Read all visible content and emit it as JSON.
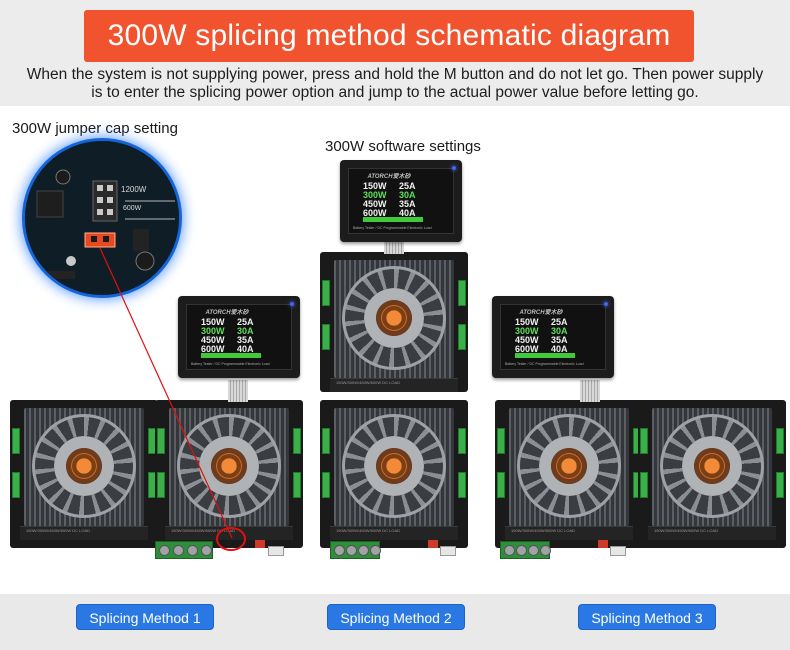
{
  "header": {
    "title": "300W splicing method schematic diagram",
    "subtitle": "When the system is not supplying power, press and hold the M button and do not let go. Then power supply is to enter the splicing power option and jump to the actual power value before letting go."
  },
  "captions": {
    "jumper": "300W jumper cap setting",
    "software": "300W software settings"
  },
  "zoom_board": {
    "label_1200w": "1200W",
    "label_600w": "600W"
  },
  "display": {
    "brand": "ATORCH爱木砂",
    "rows": [
      {
        "watt": "150W",
        "amp": "25A"
      },
      {
        "watt": "300W",
        "amp": "30A"
      },
      {
        "watt": "450W",
        "amp": "35A"
      },
      {
        "watt": "600W",
        "amp": "40A"
      }
    ],
    "selected_row": 1,
    "footer": "Battery Tester / DC Programmable Electronic Load",
    "active_color": "#5fe05a"
  },
  "module_text": "150W/300W/450W/600W  DC LOAD",
  "methods": [
    {
      "label": "Splicing Method 1"
    },
    {
      "label": "Splicing Method 2"
    },
    {
      "label": "Splicing Method 3"
    }
  ],
  "colors": {
    "banner": "#f1532f",
    "button": "#2a78e4",
    "highlight": "#e01010"
  }
}
